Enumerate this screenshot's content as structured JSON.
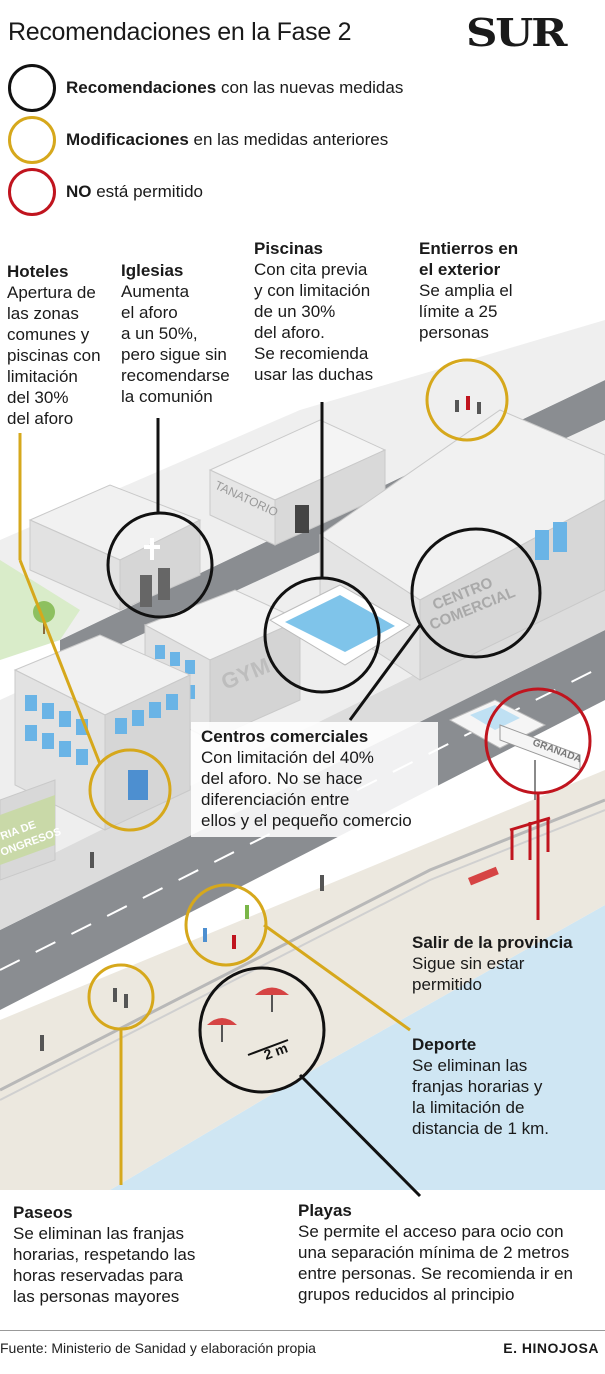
{
  "title": "Recomendaciones en la Fase 2",
  "logo": "SUR",
  "legend": [
    {
      "bold": "Recomendaciones",
      "rest": " con las nuevas medidas",
      "color": "#111111"
    },
    {
      "bold": "Modificaciones",
      "rest": " en las medidas anteriores",
      "color": "#d6a81c"
    },
    {
      "bold": "NO",
      "rest": " está permitido",
      "color": "#c0141e"
    }
  ],
  "scene_labels": {
    "tanatorio": "TANATORIO",
    "centro_comercial_1": "CENTRO",
    "centro_comercial_2": "COMERCIAL",
    "gym": "GYM",
    "congresos_1": "RIA DE",
    "congresos_2": "ONGRESOS",
    "granada": "GRANADA",
    "distance": "2 m"
  },
  "callouts": {
    "hoteles": {
      "heading": "Hoteles",
      "body": "Apertura de\nlas zonas\ncomunes y\npiscinas con\nlimitación\ndel 30%\ndel aforo"
    },
    "iglesias": {
      "heading": "Iglesias",
      "body": "Aumenta\nel aforo\na un 50%,\npero sigue sin\nrecomendarse\nla comunión"
    },
    "piscinas": {
      "heading": "Piscinas",
      "body": "Con cita previa\ny con limitación\nde un 30%\ndel aforo.\nSe recomienda\nusar las duchas"
    },
    "entierros": {
      "heading": "Entierros en\nel exterior",
      "body": "Se amplia el\nlímite a 25\npersonas"
    },
    "centros": {
      "heading": "Centros comerciales",
      "body": "Con limitación del 40%\ndel aforo. No se hace\ndiferenciación entre\nellos y el pequeño comercio"
    },
    "provincia": {
      "heading": "Salir de la provincia",
      "body": "Sigue sin estar\npermitido"
    },
    "deporte": {
      "heading": "Deporte",
      "body": "Se eliminan las\nfranjas horarias y\nla limitación de\ndistancia de 1 km."
    },
    "paseos": {
      "heading": "Paseos",
      "body": "Se eliminan las franjas\nhorarias, respetando las\nhoras reservadas para\nlas personas mayores"
    },
    "playas": {
      "heading": "Playas",
      "body": "Se permite el acceso para ocio con\nuna separación mínima de 2 metros\nentre personas. Se recomienda ir en\ngrupos reducidos al principio"
    }
  },
  "footer": {
    "source": "Fuente: Ministerio de Sanidad y elaboración propia",
    "author": "E. HINOJOSA"
  }
}
